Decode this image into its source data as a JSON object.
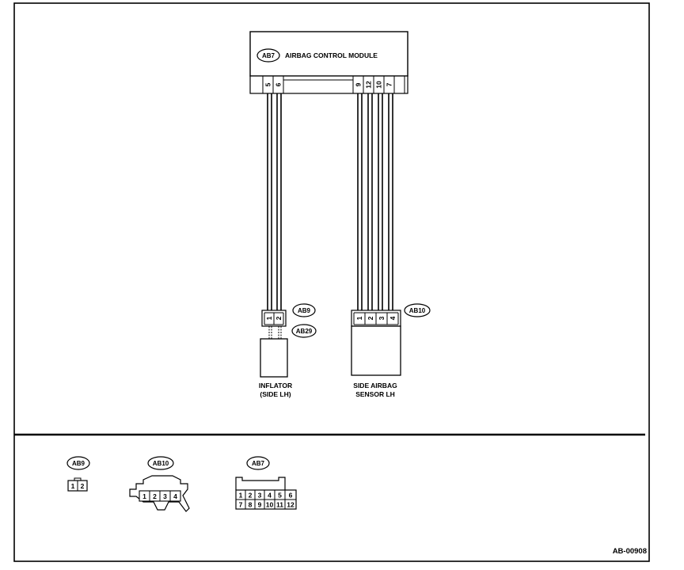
{
  "module": {
    "tag": "AB7",
    "label": "AIRBAG CONTROL MODULE",
    "pins_left": [
      "5",
      "6"
    ],
    "pins_right": [
      "9",
      "12",
      "10",
      "7"
    ]
  },
  "inflator": {
    "connector_tag": "AB9",
    "sub_connector_tag": "AB29",
    "pins": [
      "1",
      "2"
    ],
    "label_line1": "INFLATOR",
    "label_line2": "(SIDE LH)"
  },
  "sensor": {
    "connector_tag": "AB10",
    "pins": [
      "1",
      "2",
      "3",
      "4"
    ],
    "label_line1": "SIDE AIRBAG",
    "label_line2": "SENSOR LH"
  },
  "legend": {
    "ab9": {
      "tag": "AB9",
      "pins": [
        "1",
        "2"
      ]
    },
    "ab10": {
      "tag": "AB10",
      "pins": [
        "1",
        "2",
        "3",
        "4"
      ]
    },
    "ab7": {
      "tag": "AB7",
      "row1": [
        "1",
        "2",
        "3",
        "4",
        "5",
        "6"
      ],
      "row2": [
        "7",
        "8",
        "9",
        "10",
        "11",
        "12"
      ]
    }
  },
  "reference": "AB-00908"
}
